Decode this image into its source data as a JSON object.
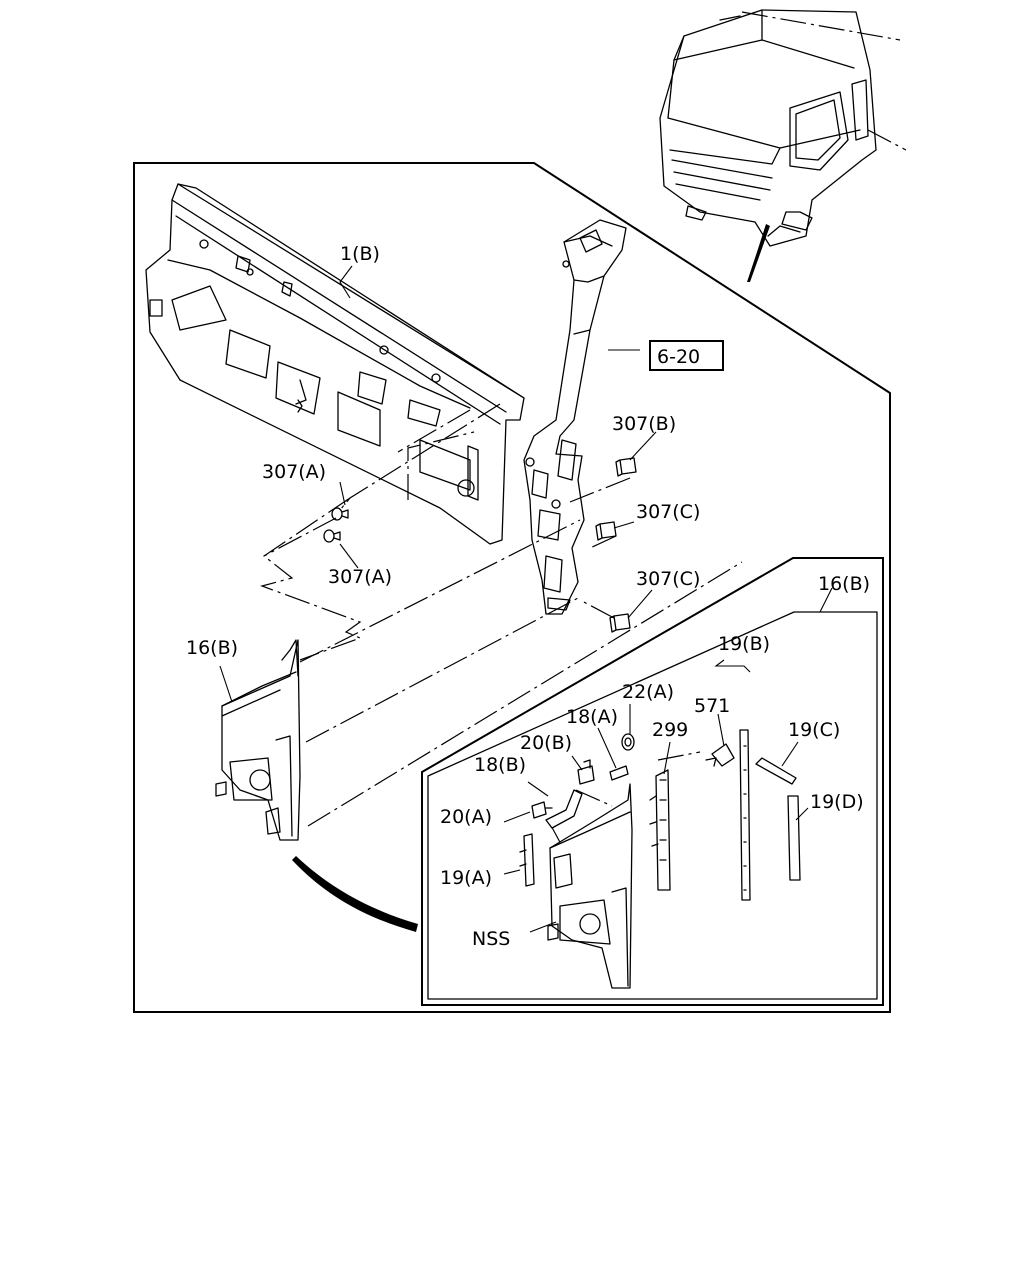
{
  "labels": {
    "cowl_panel": "1(B)",
    "ref_box": "6-20",
    "clip_b": "307(B)",
    "clip_a_upper": "307(A)",
    "clip_a_lower": "307(A)",
    "clip_c_upper": "307(C)",
    "clip_c_lower": "307(C)",
    "garnish_left": "16(B)",
    "garnish_detail": "16(B)",
    "seal_b": "19(B)",
    "bracket_571": "571",
    "grommet_22a": "22(A)",
    "part_299": "299",
    "piece_18a": "18(A)",
    "screw_20b": "20(B)",
    "piece_18b": "18(B)",
    "clip_20a": "20(A)",
    "seal_c": "19(C)",
    "seal_d": "19(D)",
    "seal_a": "19(A)",
    "nss": "NSS"
  }
}
